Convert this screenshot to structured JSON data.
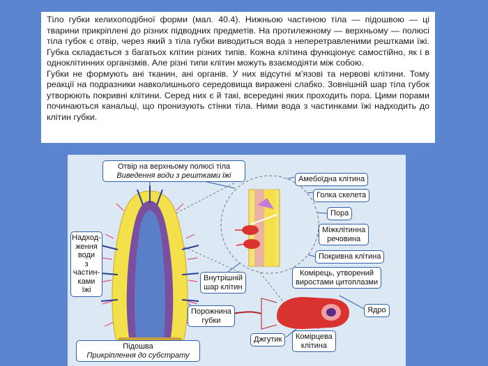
{
  "text": {
    "paragraph1": "Тіло губки келихоподібної форми (мал. 40.4). Нижньою частиною тіла — підошвою — ці тварини прикріплені до різних підводних предметів. На протилежному — верхньому — полюсі тіла губок є отвір, через який з тіла губки виводиться вода з неперетравленими рештками їжі. Губка складається з багатьох клітин різних типів. Кожна клітина функціонує самостійно, як і в одноклітинних організмів. Але різні типи клітин можуть взаємодіяти між собою.",
    "paragraph2": "Губки не формують ані тканин, ані органів. У них відсутні м’язові та нервові клітини. Тому реакції на подразники навколишнього середовища виражені слабко. Зовнішній шар тіла губок утворюють покривні клітини. Серед них є й такі, всередині яких проходить пора. Цими порами починаються канальці, що пронизують стінки тіла. Ними вода з частинками їжі надходить до клітин губки."
  },
  "figure": {
    "top_opening_title": "Отвір на верхньому полюсі тіла",
    "top_opening_subtitle": "Виведення води з рештками їжі",
    "amoeboid": "Амебоїдна клітина",
    "spicule": "Голка скелета",
    "pore": "Пора",
    "intercellular_line1": "Міжклітинна",
    "intercellular_line2": "речовина",
    "cover_cell": "Покривна клітина",
    "inner_layer_line1": "Внутрішній",
    "inner_layer_line2": "шар клітин",
    "collar_line1": "Комірець, утворений",
    "collar_line2": "виростами цитоплазми",
    "nucleus": "Ядро",
    "inflow_line1": "Надход-",
    "inflow_line2": "ження",
    "inflow_line3": "води",
    "inflow_line4": "з частин-",
    "inflow_line5": "ками",
    "inflow_line6": "їжі",
    "cavity_line1": "Порожнина",
    "cavity_line2": "губки",
    "flagellum": "Джгутик",
    "collar_cell_line1": "Комірцева",
    "collar_cell_line2": "клітина",
    "sole_title": "Підошва",
    "sole_subtitle": "Прикріплення до субстрату"
  },
  "colors": {
    "background": "#5b86cf",
    "label_border": "#2f5fa8",
    "sponge_body": "#f3e04a",
    "sponge_inner": "#7a4fa0",
    "cell_red": "#d8332e"
  }
}
